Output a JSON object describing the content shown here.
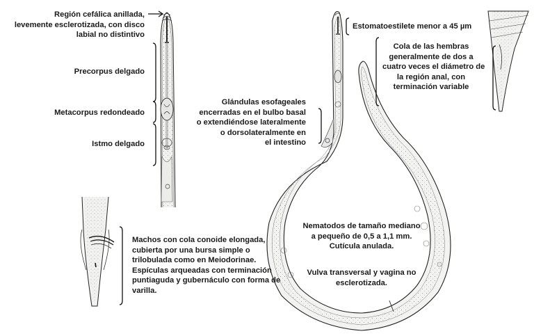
{
  "labels": {
    "head_region": [
      "Región cefálica anillada,",
      "levemente esclerotizada, con disco",
      "labial no distintivo"
    ],
    "precorpus": "Precorpus delgado",
    "metacorpus": "Metacorpus redondeado",
    "isthmus": "Istmo delgado",
    "stylet": "Estomatoestilete menor a 45 µm",
    "tail_female": [
      "Cola de las hembras",
      "generalmente de dos a",
      "cuatro veces el diámetro de",
      "la región anal, con",
      "terminación variable"
    ],
    "glands": [
      "Glándulas esofageales",
      "encerradas en el bulbo basal",
      "o extendiéndose lateralmente",
      "o dorsolateralmente en",
      "el intestino"
    ],
    "size": [
      "Nematodos de tamaño mediano",
      "a pequeño de 0,5 a 1,1 mm.",
      "Cutícula anulada."
    ],
    "vulva": [
      "Vulva transversal y vagina no",
      "esclerotizada."
    ],
    "male": [
      "Machos con cola conoide elongada,",
      "cubierta por una bursa simple o",
      "trilobulada como en Meiodorinae.",
      "Espículas arqueadas con terminación",
      "puntiaguda y gubernáculo con forma de",
      "varilla."
    ]
  },
  "colors": {
    "ink": "#1a1a1a",
    "stipple": "#9a9a9a",
    "body_fill": "#f3f3f1"
  }
}
